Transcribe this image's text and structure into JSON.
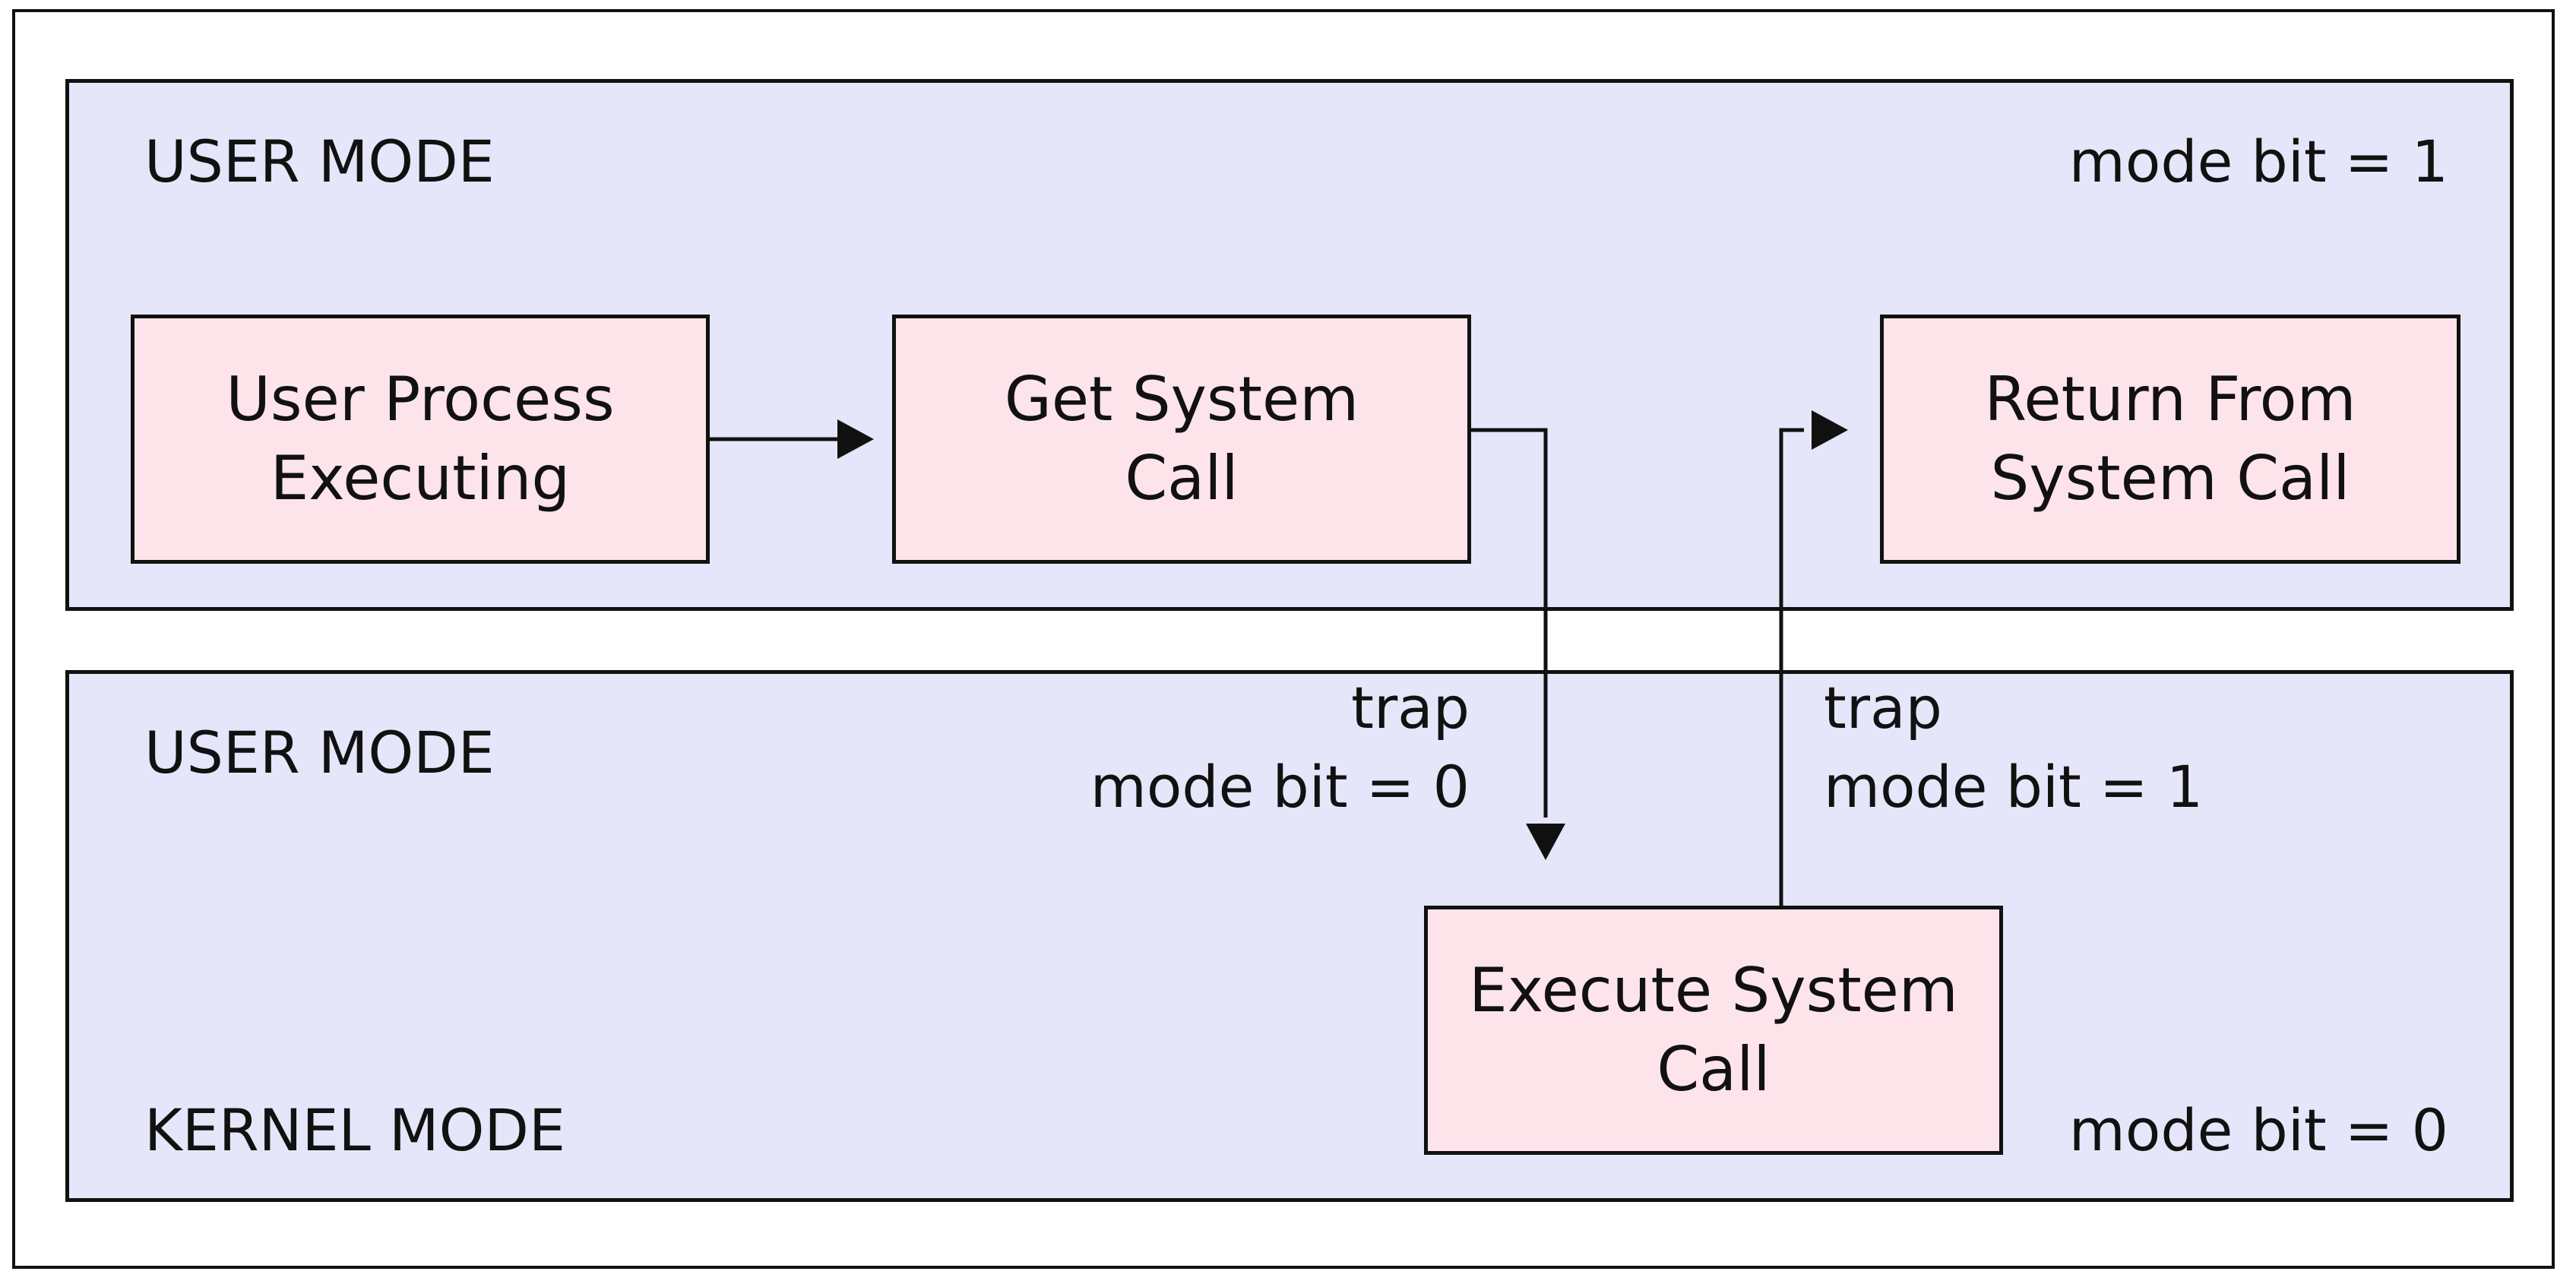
{
  "panels": {
    "top": {
      "mode_label": "USER MODE",
      "mode_bit": "mode bit = 1"
    },
    "bottom": {
      "mode_label_top": "USER MODE",
      "mode_label_bottom": "KERNEL MODE",
      "mode_bit": "mode bit = 0"
    }
  },
  "boxes": {
    "user_process": "User Process\nExecuting",
    "get_system_call": "Get System\nCall",
    "return_from_system_call": "Return From\nSystem Call",
    "execute_system_call": "Execute System\nCall"
  },
  "arrows": {
    "trap_down": "trap\nmode bit = 0",
    "trap_up": "trap\nmode bit = 1"
  },
  "colors": {
    "panel_fill": "#e6e6fa",
    "box_fill": "#fde4ea",
    "stroke": "#111111"
  }
}
